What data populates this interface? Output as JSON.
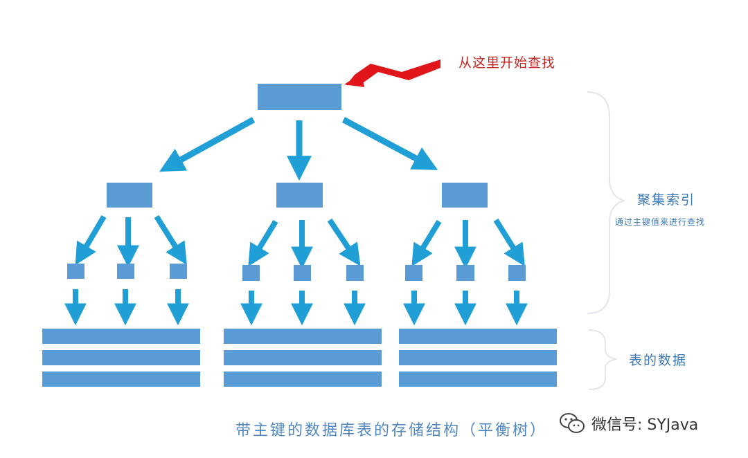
{
  "colors": {
    "node": "#5b9bd5",
    "arrow": "#1f9fd6",
    "red_arrow": "#e0161b",
    "bracket": "#e2e6ea",
    "blue_text": "#3b78b4",
    "red_text": "#c8241f"
  },
  "labels": {
    "start": "从这里开始查找",
    "clustered_index": "聚集索引",
    "clustered_index_note": "通过主键值来进行查找",
    "table_data": "表的数据",
    "caption": "带主键的数据库表的存储结构（平衡树）"
  },
  "watermark": {
    "text": "微信号: SYJava",
    "icon": "wechat-icon"
  },
  "tree": {
    "root": "root-node",
    "branches": 3,
    "leaves_per_branch": 3,
    "data_rows_per_group": 3
  }
}
